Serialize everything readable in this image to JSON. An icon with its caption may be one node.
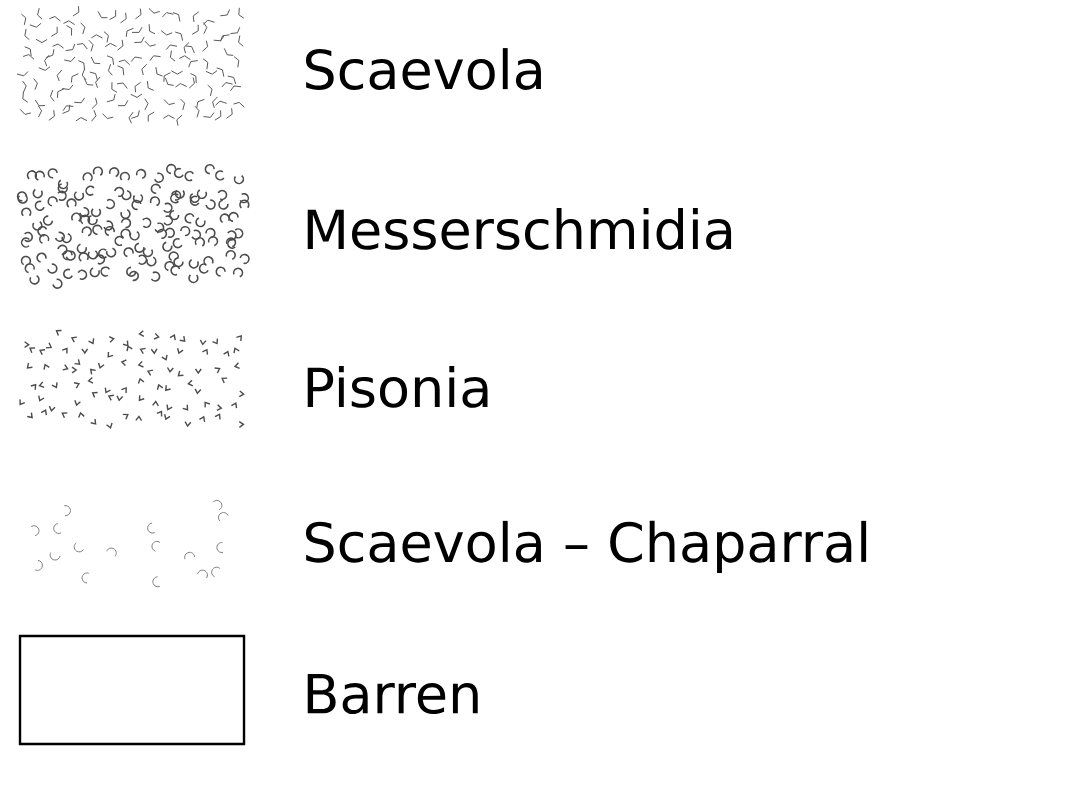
{
  "diagram": {
    "legend": [
      {
        "text": "Scaevola"
      },
      {
        "text": "Messerschmidia"
      },
      {
        "text": "Pisonia"
      },
      {
        "text": "Scaevola – Chaparral"
      },
      {
        "text": "Barren"
      }
    ]
  }
}
